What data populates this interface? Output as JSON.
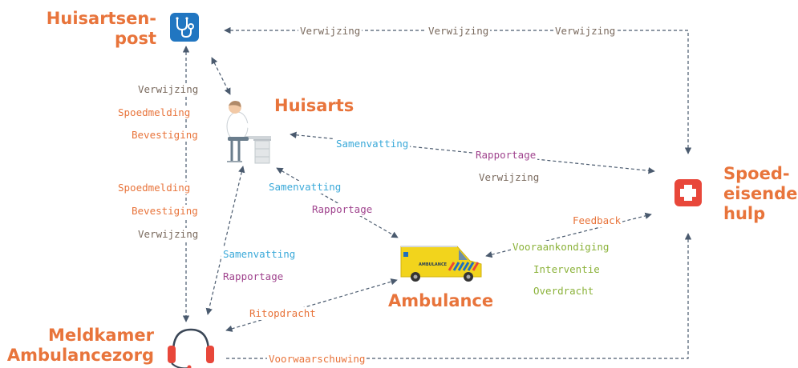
{
  "nodes": {
    "huisartsenpost": {
      "line1": "Huisartsen-",
      "line2": "post"
    },
    "huisarts": {
      "label": "Huisarts"
    },
    "spoedeisende_hulp": {
      "line1": "Spoed-",
      "line2": "eisende",
      "line3": "hulp"
    },
    "ambulance": {
      "label": "Ambulance",
      "vehicle_text": "AMBULANCE"
    },
    "meldkamer": {
      "line1": "Meldkamer",
      "line2": "Ambulancezorg"
    }
  },
  "edges": {
    "post_seh": [
      "Verwijzing",
      "Verwijzing",
      "Verwijzing"
    ],
    "left_upper": [
      "Verwijzing",
      "Spoedmelding",
      "Bevestiging"
    ],
    "left_lower": [
      "Spoedmelding",
      "Bevestiging",
      "Verwijzing"
    ],
    "huisarts_seh": [
      "Samenvatting",
      "Rapportage",
      "Verwijzing"
    ],
    "huisarts_amb": [
      "Samenvatting",
      "Rapportage"
    ],
    "meld_huisarts": [
      "Samenvatting",
      "Rapportage"
    ],
    "amb_seh": [
      "Feedback",
      "Vooraankondiging",
      "Interventie",
      "Overdracht"
    ],
    "meld_amb": [
      "Ritopdracht"
    ],
    "meld_seh": [
      "Voorwaarschuwing"
    ]
  },
  "colors": {
    "node_label": "#e8743b",
    "arrow": "#4a5a6e",
    "huisartsenpost_icon": "#2176c1",
    "seh_icon": "#e8473a",
    "ambulance_body": "#f2d41c",
    "headset": "#e8473a"
  },
  "icons": {
    "huisartsenpost": "stethoscope-icon",
    "huisarts": "doctor-at-desk-icon",
    "spoedeisende_hulp": "medical-cross-icon",
    "ambulance": "ambulance-vehicle-icon",
    "meldkamer": "headset-icon"
  }
}
